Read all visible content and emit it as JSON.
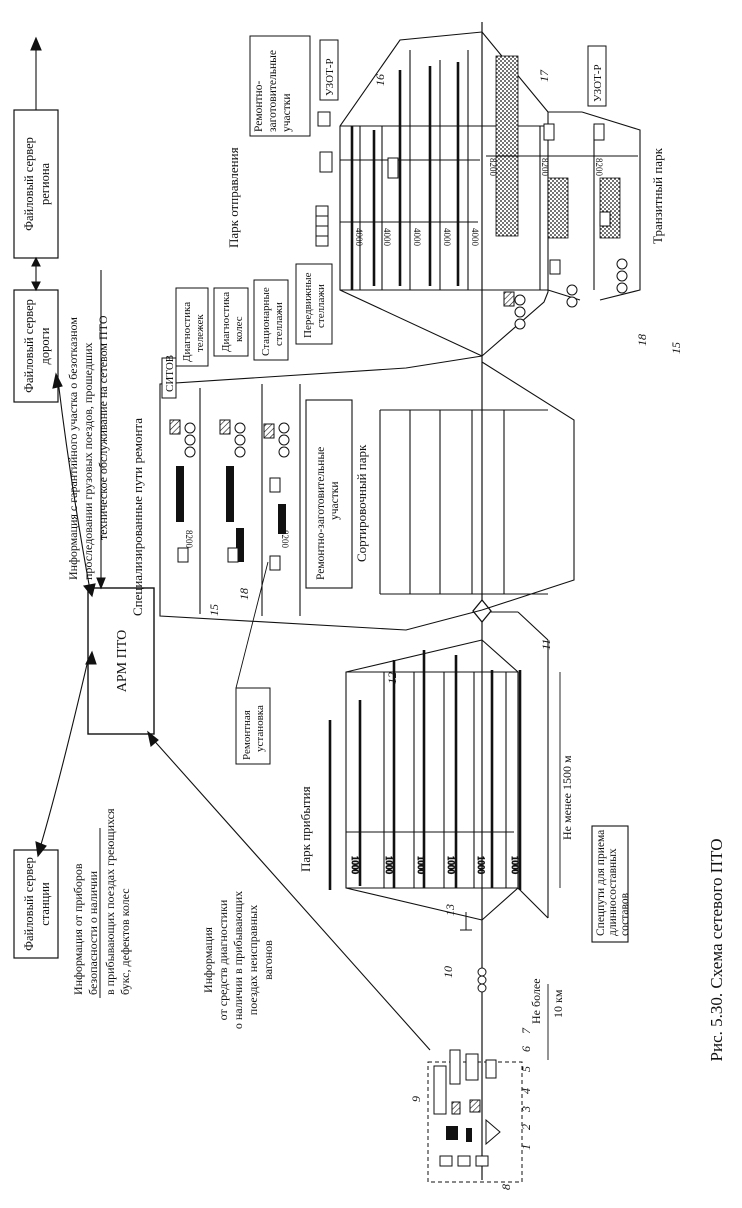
{
  "caption": "Рис. 5.30. Схема сетевого ПТО",
  "servers": {
    "station": [
      "Файловый сервер",
      "станции"
    ],
    "road": [
      "Файловый сервер",
      "дороги"
    ],
    "region": [
      "Файловый сервер",
      "региона"
    ],
    "arm": "АРМ ПТО"
  },
  "info": {
    "safety_devices": [
      "Информация от приборов",
      "безопасности о наличии",
      "в прибывающих поездах греющихся",
      "букс, дефектов колес"
    ],
    "diagnostics": [
      "Информация",
      "от средств диагностики",
      "о наличии в прибывающих",
      "поездах неисправных",
      "вагонов"
    ],
    "warranty": [
      "Информация с гарантийного участка о безотказном",
      "проследовании грузовых поездов, прошедших",
      "техническое обслуживание на сетевом ПТО"
    ]
  },
  "parks": {
    "arrival": "Парк прибытия",
    "sorting": "Сортировочный парк",
    "departure": "Парк отправления",
    "transit": "Транзитный парк",
    "spec_tracks": "Специализированные пути ремонта"
  },
  "labels": {
    "repair_install": [
      "Ремонтная",
      "установка"
    ],
    "repair_prep_center": [
      "Ремонтно-заготовительные",
      "участки"
    ],
    "repair_prep_top": [
      "Ремонтно-",
      "заготовительные",
      "участки"
    ],
    "sitov": "СИТОВ",
    "diag_bogies": [
      "Диагностика",
      "тележек"
    ],
    "diag_wheels": [
      "Диагностика",
      "колес"
    ],
    "stat_racks": [
      "Стационарные",
      "стеллажи"
    ],
    "mobile_racks": [
      "Передвижные",
      "стеллажи"
    ],
    "long_trains": [
      "Спецпути для приема",
      "длинносоставных",
      "составов"
    ],
    "not_less": "Не менее 1500 м",
    "not_more": [
      "Не более",
      "10 км"
    ],
    "uzot_a": "УЗОТ-Р",
    "uzot_b": "УЗОТ-Р"
  },
  "dims": {
    "arr": "1000",
    "dep": "4000",
    "rep": "8200"
  },
  "numbers": {
    "n1": "1",
    "n2": "2",
    "n3": "3",
    "n4": "4",
    "n5": "5",
    "n6": "6",
    "n7": "7",
    "n8": "8",
    "n9": "9",
    "n10": "10",
    "n11": "11",
    "n12": "12",
    "n13": "13",
    "n15a": "15",
    "n15b": "15",
    "n16": "16",
    "n17": "17",
    "n18a": "18",
    "n18b": "18"
  }
}
